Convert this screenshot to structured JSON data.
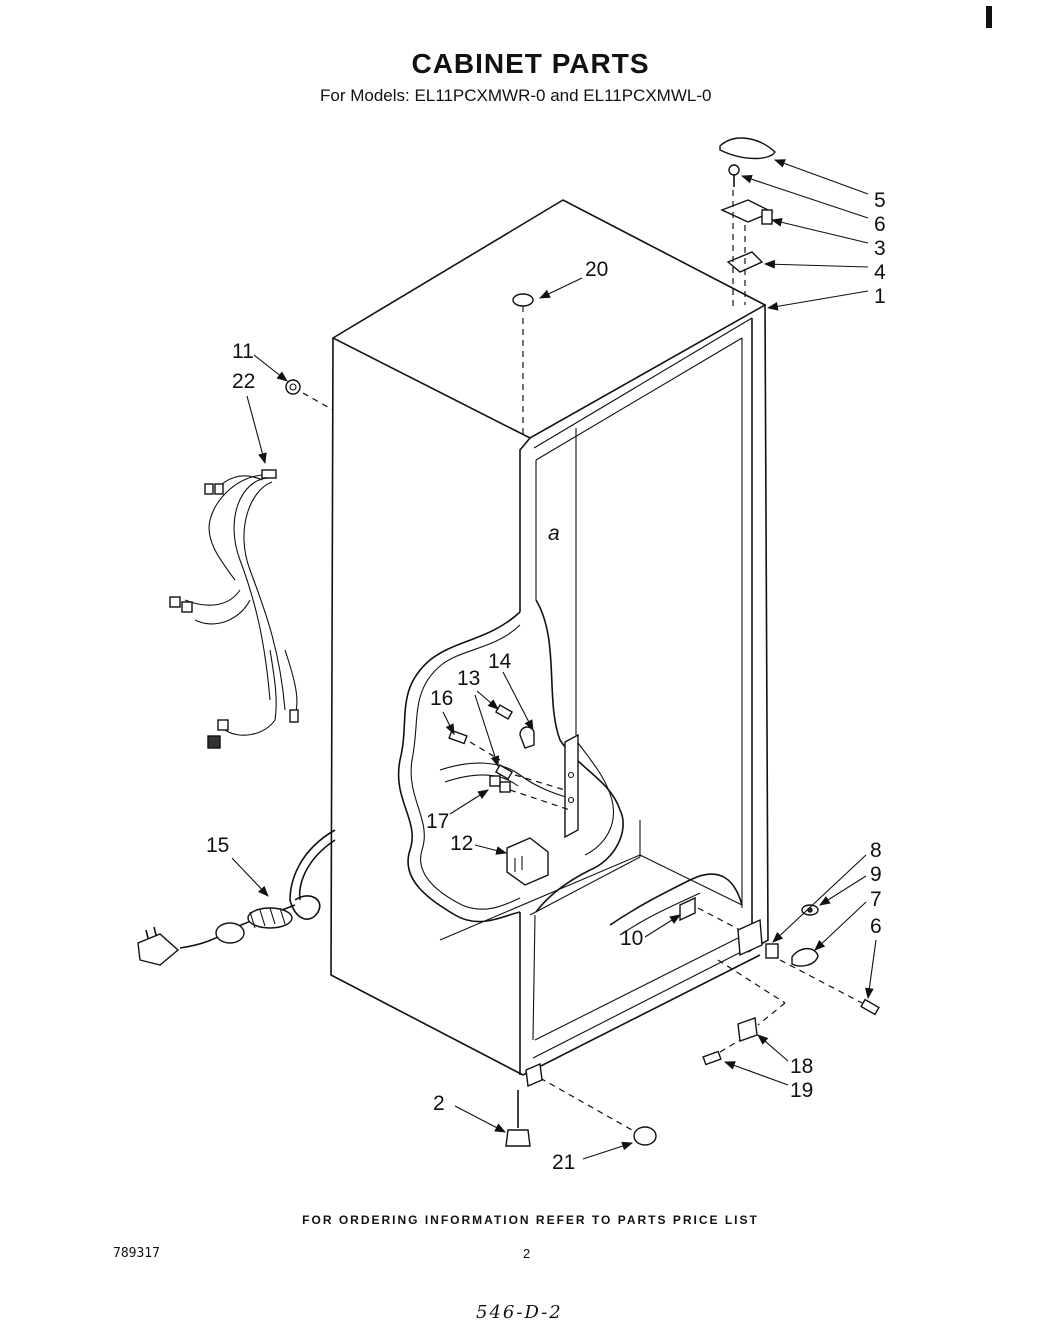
{
  "header": {
    "title": "CABINET PARTS",
    "subtitle": "For Models: EL11PCXMWR-0 and EL11PCXMWL-0"
  },
  "callouts": [
    {
      "key": "c5",
      "label": "5"
    },
    {
      "key": "c6a",
      "label": "6"
    },
    {
      "key": "c3",
      "label": "3"
    },
    {
      "key": "c4",
      "label": "4"
    },
    {
      "key": "c1",
      "label": "1"
    },
    {
      "key": "c20",
      "label": "20"
    },
    {
      "key": "c11",
      "label": "11"
    },
    {
      "key": "c22",
      "label": "22"
    },
    {
      "key": "c14",
      "label": "14"
    },
    {
      "key": "c13",
      "label": "13"
    },
    {
      "key": "c16",
      "label": "16"
    },
    {
      "key": "c17",
      "label": "17"
    },
    {
      "key": "c12",
      "label": "12"
    },
    {
      "key": "c15",
      "label": "15"
    },
    {
      "key": "c8",
      "label": "8"
    },
    {
      "key": "c9",
      "label": "9"
    },
    {
      "key": "c7",
      "label": "7"
    },
    {
      "key": "c6b",
      "label": "6"
    },
    {
      "key": "c10",
      "label": "10"
    },
    {
      "key": "c18",
      "label": "18"
    },
    {
      "key": "c19",
      "label": "19"
    },
    {
      "key": "c2",
      "label": "2"
    },
    {
      "key": "c21",
      "label": "21"
    }
  ],
  "interior_mark": "a",
  "footer": {
    "ordering_note": "FOR ORDERING INFORMATION REFER TO PARTS PRICE LIST",
    "doc_number": "789317",
    "page_number": "2",
    "handwritten_note": "546-D-2"
  }
}
